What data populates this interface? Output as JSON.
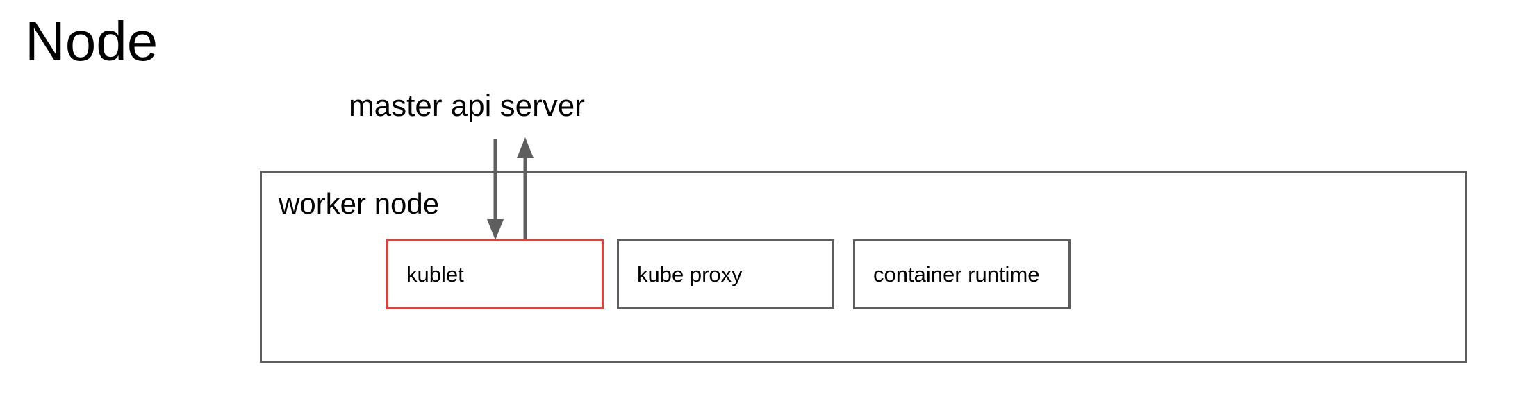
{
  "diagram": {
    "title": "Node",
    "external_label": "master api server",
    "container": {
      "label": "worker node",
      "border_color": "#5e5e5e"
    },
    "components": [
      {
        "id": "kublet",
        "label": "kublet",
        "border_color": "#ef3b30",
        "highlighted": "true"
      },
      {
        "id": "kube-proxy",
        "label": "kube proxy",
        "border_color": "#5e5e5e",
        "highlighted": "false"
      },
      {
        "id": "container-runtime",
        "label": "container runtime",
        "border_color": "#5e5e5e",
        "highlighted": "false"
      }
    ],
    "connectors": [
      {
        "id": "api-server-to-kublet",
        "direction": "down",
        "from": "master api server",
        "to": "kublet",
        "color": "#5e5e5e"
      },
      {
        "id": "kublet-to-api-server",
        "direction": "up",
        "from": "kublet",
        "to": "master api server",
        "color": "#5e5e5e"
      }
    ]
  }
}
